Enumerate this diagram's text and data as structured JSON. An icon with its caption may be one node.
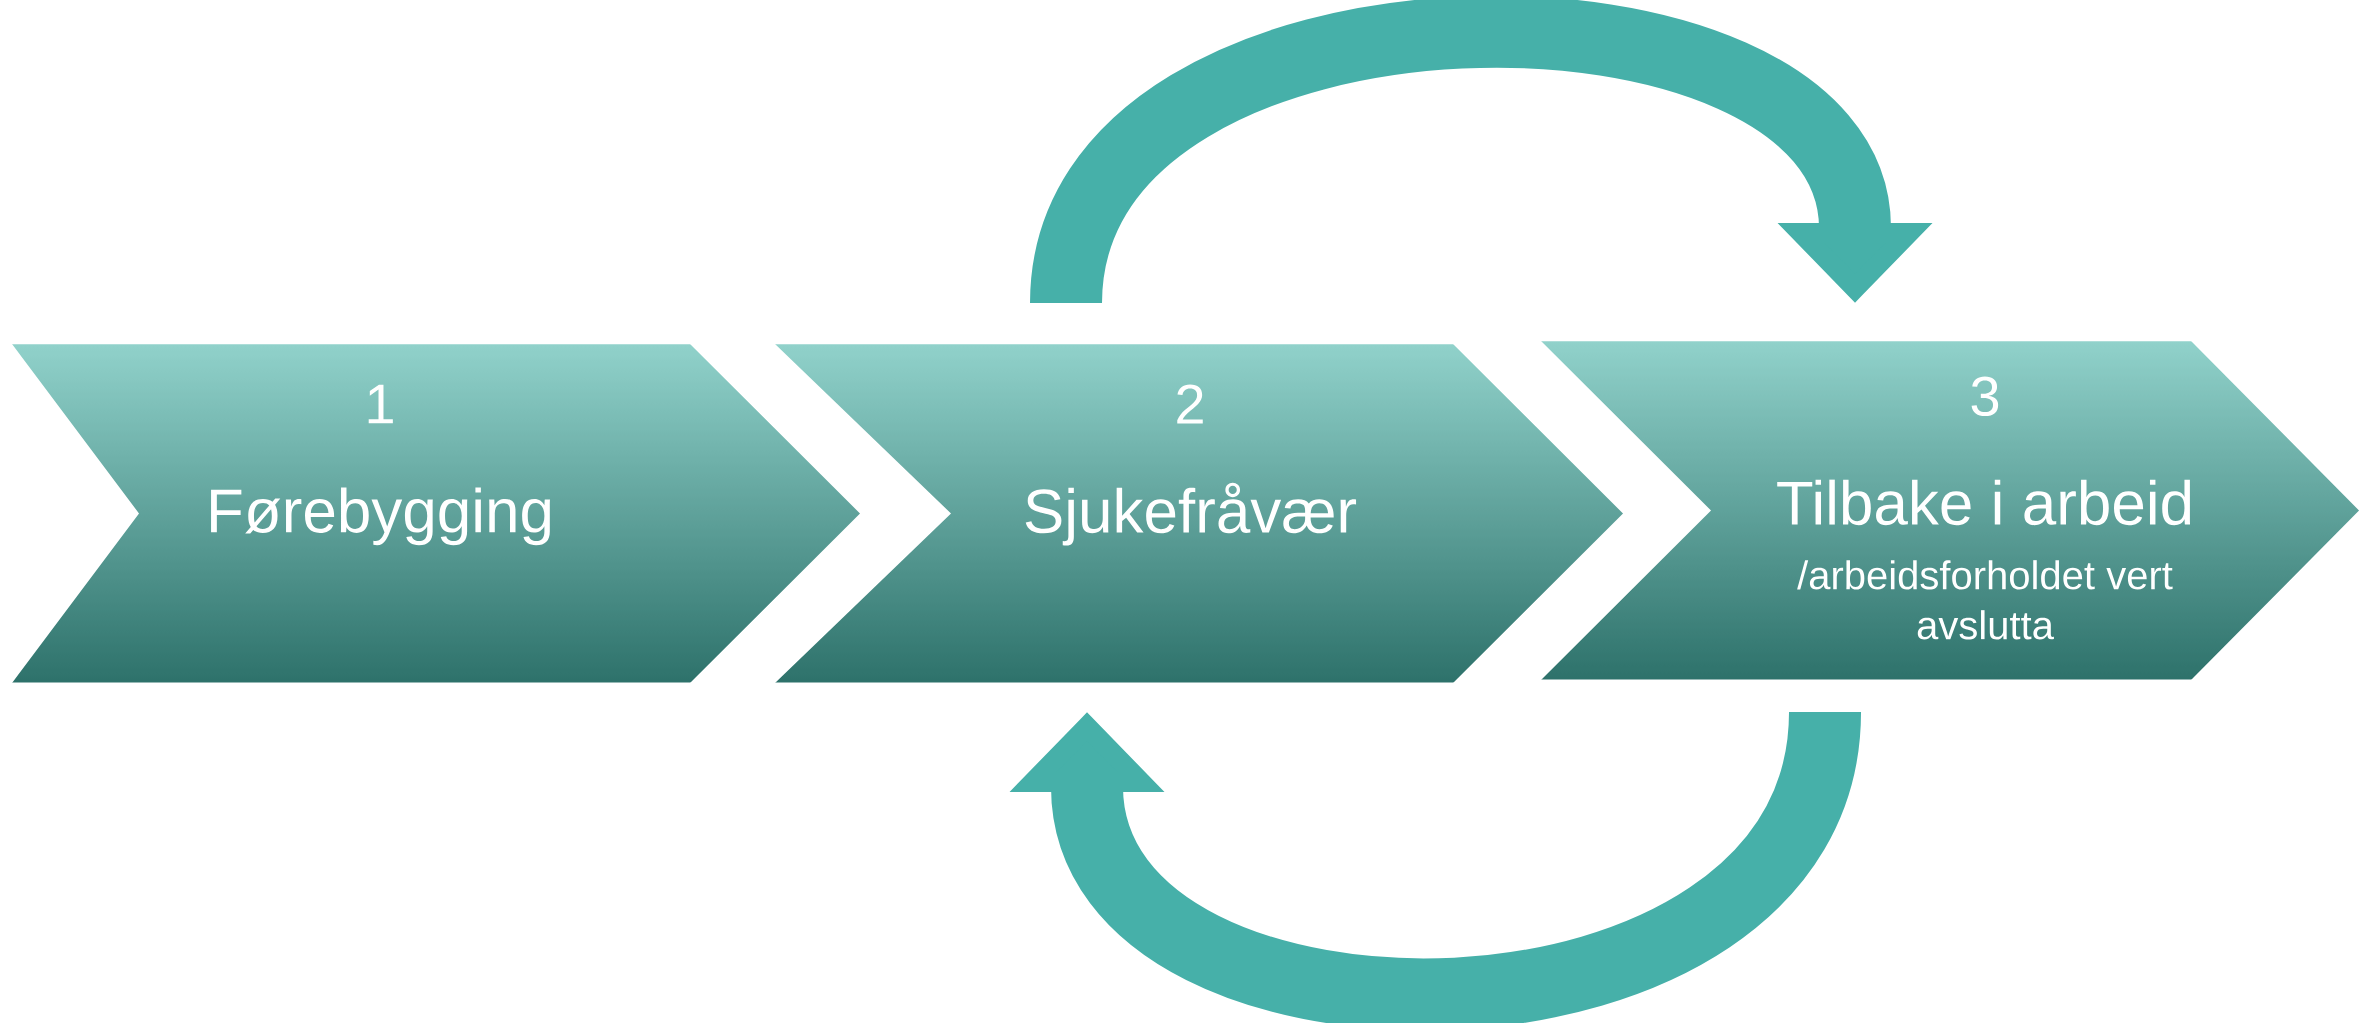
{
  "diagram": {
    "nodes": [
      {
        "text": [
          "1",
          "Førebygging"
        ]
      },
      {
        "text": [
          "2",
          "Sjukefråvær"
        ]
      },
      {
        "text": [
          "3",
          "Tilbake i arbeid",
          "/arbeidsforholdet vert avslutta"
        ]
      }
    ],
    "edges": [
      {
        "from": 1,
        "to": 2,
        "arrow": "to"
      },
      {
        "from": 2,
        "to": 1,
        "arrow": "to"
      }
    ]
  }
}
